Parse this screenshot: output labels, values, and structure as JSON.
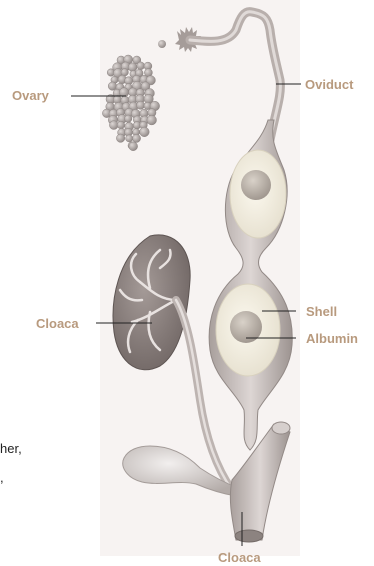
{
  "colors": {
    "label": "#b89a7e",
    "panel": "#f7f3f2",
    "tube": "#cdc4c2",
    "tube_dark": "#8f8584",
    "egg_shell": "#f3eee0",
    "yolk": "#b9b0a7",
    "ovary": "#b1a8a5",
    "kidney": "#857b78"
  },
  "labels": {
    "ovary": "Ovary",
    "oviduct": "Oviduct",
    "shell": "Shell",
    "albumin": "Albumin",
    "cloaca_left": "Cloaca",
    "cloaca_bottom": "Cloaca"
  },
  "side_text": {
    "line1": "her,",
    "line2": ","
  }
}
